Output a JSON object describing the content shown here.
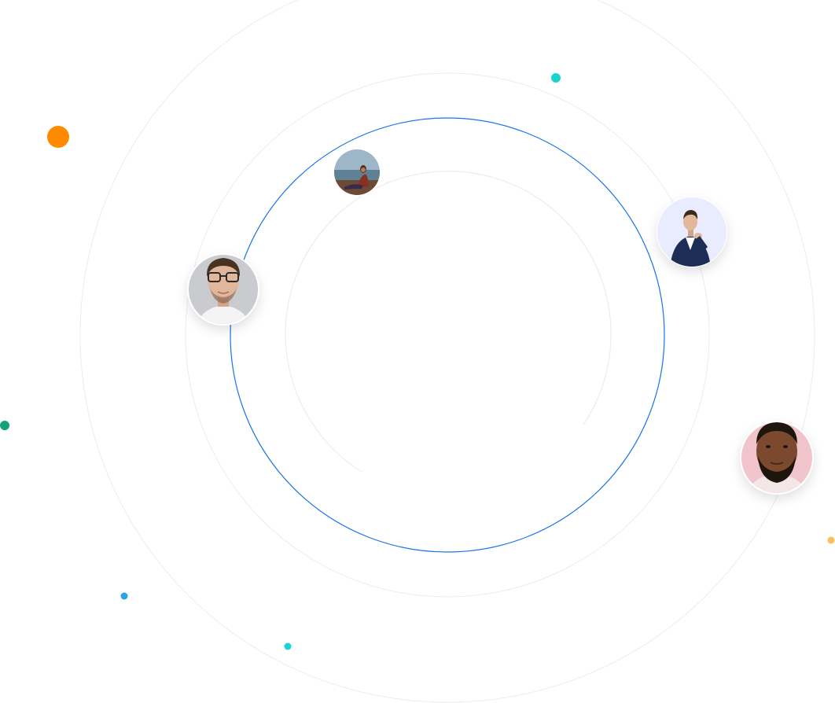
{
  "colors": {
    "background": "#ffffff",
    "ring_faint": "#ececec",
    "ring_accent": "#1a73e8",
    "dot_orange": "#ff8a00",
    "dot_teal": "#19d3d3",
    "dot_green": "#13a07a",
    "dot_blue": "#2aa5e0",
    "dot_yellow": "#f7c25a"
  },
  "avatars": [
    {
      "id": "avatar-woman-beach",
      "description_icon": "person-photo",
      "bg": "#9fb6c6",
      "skin": "#b07a5c",
      "hair": "#5a2e1a",
      "shirt": "#8a2f24"
    },
    {
      "id": "avatar-man-thinking",
      "description_icon": "person-photo",
      "bg": "#e9ebff",
      "skin": "#e3b79a",
      "hair": "#3b2a1c",
      "shirt": "#1f2f56"
    },
    {
      "id": "avatar-man-glasses",
      "description_icon": "person-photo",
      "bg": "#c9cbce",
      "skin": "#e1b79c",
      "hair": "#4a3322",
      "shirt": "#f4f4f4"
    },
    {
      "id": "avatar-man-beard",
      "description_icon": "person-photo",
      "bg": "#f1c4cc",
      "skin": "#7a4a2e",
      "hair": "#1c120c",
      "shirt": "#f3e6e6"
    }
  ]
}
